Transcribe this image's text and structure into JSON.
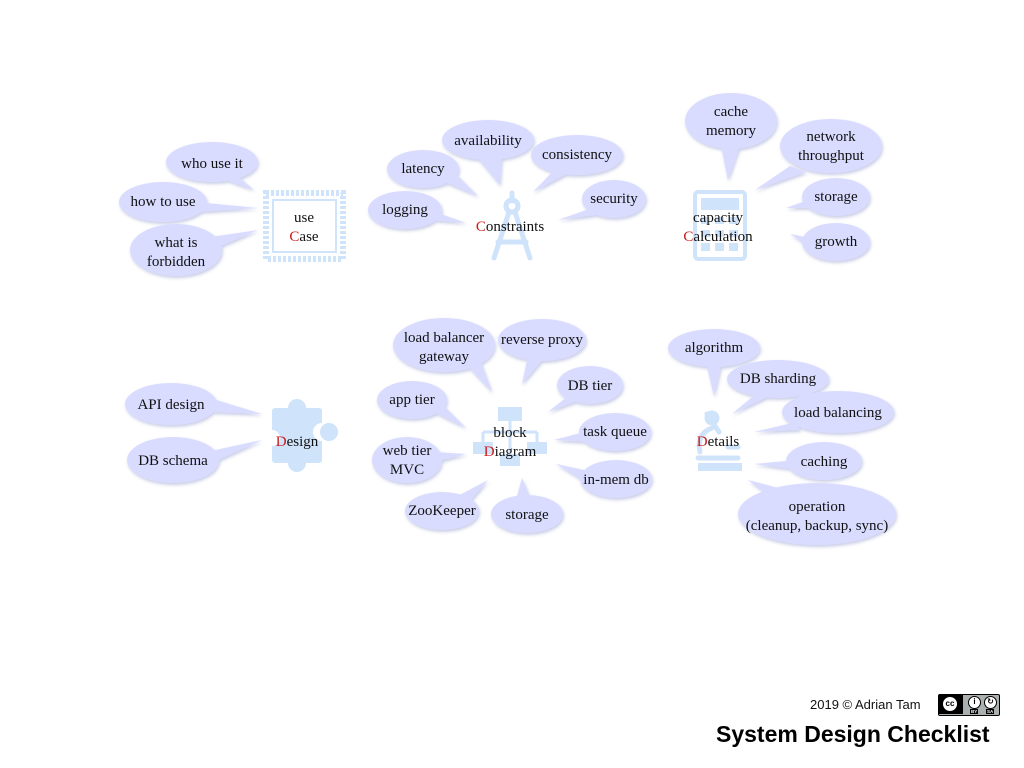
{
  "colors": {
    "bubble": "#d9dcff",
    "icon": "#cfe3fb",
    "accent": "#cc1a1a"
  },
  "nodes": {
    "use_case": {
      "line1": "use",
      "initial": "C",
      "rest": "ase",
      "bubbles": {
        "who": "who use it",
        "how": "how to use",
        "forbidden_1": "what is",
        "forbidden_2": "forbidden"
      }
    },
    "constraints": {
      "initial": "C",
      "rest": "onstraints",
      "bubbles": {
        "availability": "availability",
        "consistency": "consistency",
        "latency": "latency",
        "logging": "logging",
        "security": "security"
      }
    },
    "capacity": {
      "line1": "capacity",
      "initial": "C",
      "rest": "alculation",
      "bubbles": {
        "cache_1": "cache",
        "cache_2": "memory",
        "network_1": "network",
        "network_2": "throughput",
        "storage": "storage",
        "growth": "growth"
      }
    },
    "design": {
      "initial": "D",
      "rest": "esign",
      "bubbles": {
        "api": "API design",
        "schema": "DB schema"
      }
    },
    "block_diagram": {
      "line1": "block",
      "initial": "D",
      "rest": "iagram",
      "bubbles": {
        "lb_1": "load balancer",
        "lb_2": "gateway",
        "reverse_proxy": "reverse proxy",
        "app_tier": "app tier",
        "db_tier": "DB tier",
        "task_queue": "task queue",
        "web_1": "web tier",
        "web_2": "MVC",
        "in_mem": "in-mem db",
        "zookeeper": "ZooKeeper",
        "storage": "storage"
      }
    },
    "details": {
      "initial": "D",
      "rest": "etails",
      "bubbles": {
        "algorithm": "algorithm",
        "sharding": "DB sharding",
        "load_balancing": "load balancing",
        "caching": "caching",
        "operation_1": "operation",
        "operation_2": "(cleanup, backup, sync)"
      }
    }
  },
  "footer": {
    "credit": "2019 © Adrian Tam",
    "title": "System Design Checklist",
    "license": {
      "cc": "cc",
      "by": "BY",
      "sa": "SA"
    }
  }
}
